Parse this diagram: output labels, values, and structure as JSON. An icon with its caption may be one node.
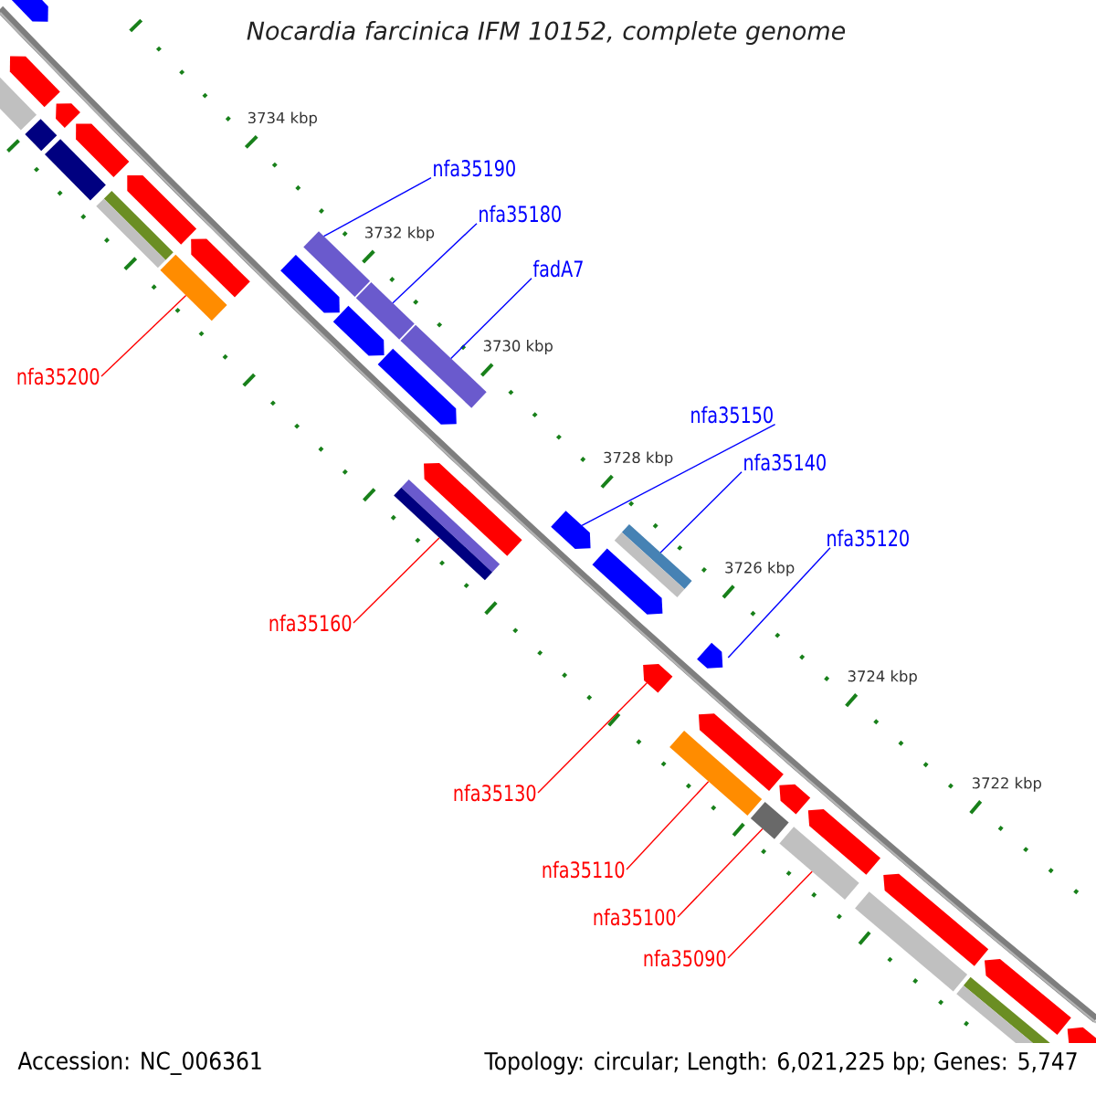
{
  "diagram": {
    "title": "Nocardia farcinica IFM 10152, complete genome",
    "nodes": [
      {
        "text": [
          "nfa35190"
        ]
      },
      {
        "text": [
          "nfa35180"
        ]
      },
      {
        "text": [
          "fadA7"
        ]
      },
      {
        "text": [
          "nfa35200"
        ]
      },
      {
        "text": [
          "nfa35150"
        ]
      },
      {
        "text": [
          "nfa35140"
        ]
      },
      {
        "text": [
          "nfa35120"
        ]
      },
      {
        "text": [
          "nfa35160"
        ]
      },
      {
        "text": [
          "nfa35130"
        ]
      },
      {
        "text": [
          "nfa35110"
        ]
      },
      {
        "text": [
          "nfa35100"
        ]
      },
      {
        "text": [
          "nfa35090"
        ]
      },
      {
        "text": [],
        "shape": "pentagon"
      },
      {
        "text": [],
        "shape": "pentagon"
      },
      {
        "text": [],
        "shape": "bar"
      },
      {
        "text": [],
        "shape": "pentagon"
      },
      {
        "text": [],
        "shape": "bar"
      },
      {
        "text": [],
        "shape": "pentagon"
      },
      {
        "text": [],
        "shape": "bar"
      },
      {
        "text": [],
        "shape": "pentagon"
      },
      {
        "text": [],
        "shape": "bar"
      },
      {
        "text": [],
        "shape": "pentagon"
      },
      {
        "text": [],
        "shape": "bar"
      },
      {
        "text": [],
        "shape": "bar"
      },
      {
        "text": [],
        "shape": "pentagon"
      },
      {
        "text": [],
        "shape": "bar"
      },
      {
        "text": [],
        "shape": "pentagon"
      },
      {
        "text": [],
        "shape": "bar"
      },
      {
        "text": [],
        "shape": "pentagon"
      },
      {
        "text": [],
        "shape": "pentagon"
      },
      {
        "text": [],
        "shape": "bar"
      },
      {
        "text": [],
        "shape": "pentagon"
      },
      {
        "text": [],
        "shape": "bar"
      },
      {
        "text": [],
        "shape": "pentagon"
      },
      {
        "text": [],
        "shape": "pentagon"
      },
      {
        "text": [],
        "shape": "pentagon"
      },
      {
        "text": [],
        "shape": "pentagon"
      },
      {
        "text": [],
        "shape": "bar"
      },
      {
        "text": [],
        "shape": "pentagon"
      },
      {
        "text": [],
        "shape": "bar"
      },
      {
        "text": [],
        "shape": "pentagon"
      },
      {
        "text": [],
        "shape": "bar"
      },
      {
        "text": [],
        "shape": "pentagon"
      },
      {
        "text": [],
        "shape": "bar"
      },
      {
        "text": [],
        "shape": "pentagon"
      },
      {
        "text": [],
        "shape": "bar"
      },
      {
        "text": [],
        "shape": "pentagon"
      }
    ],
    "edges": [
      {
        "from": 0,
        "to": 23,
        "arrow": "none",
        "color": "#0000ff"
      },
      {
        "from": 1,
        "to": 25,
        "arrow": "none",
        "color": "#0000ff"
      },
      {
        "from": 2,
        "to": 27,
        "arrow": "none",
        "color": "#0000ff"
      },
      {
        "from": 3,
        "to": 22,
        "arrow": "none",
        "color": "#ff0000"
      },
      {
        "from": 4,
        "to": 31,
        "arrow": "none",
        "color": "#0000ff"
      },
      {
        "from": 5,
        "to": 32,
        "arrow": "none",
        "color": "#0000ff"
      },
      {
        "from": 6,
        "to": 35,
        "arrow": "none",
        "color": "#0000ff"
      },
      {
        "from": 7,
        "to": 30,
        "arrow": "none",
        "color": "#ff0000"
      },
      {
        "from": 8,
        "to": 34,
        "arrow": "none",
        "color": "#ff0000"
      },
      {
        "from": 9,
        "to": 37,
        "arrow": "none",
        "color": "#ff0000"
      },
      {
        "from": 10,
        "to": 39,
        "arrow": "none",
        "color": "#ff0000"
      },
      {
        "from": 11,
        "to": 41,
        "arrow": "none",
        "color": "#ff0000"
      }
    ],
    "labels": [
      "3734 kbp",
      "3732 kbp",
      "3730 kbp",
      "3728 kbp",
      "3726 kbp",
      "3724 kbp",
      "3722 kbp",
      "Accession: NC_006361",
      "Topology: circular; Length: 6,021,225 bp; Genes: 5,747"
    ]
  }
}
